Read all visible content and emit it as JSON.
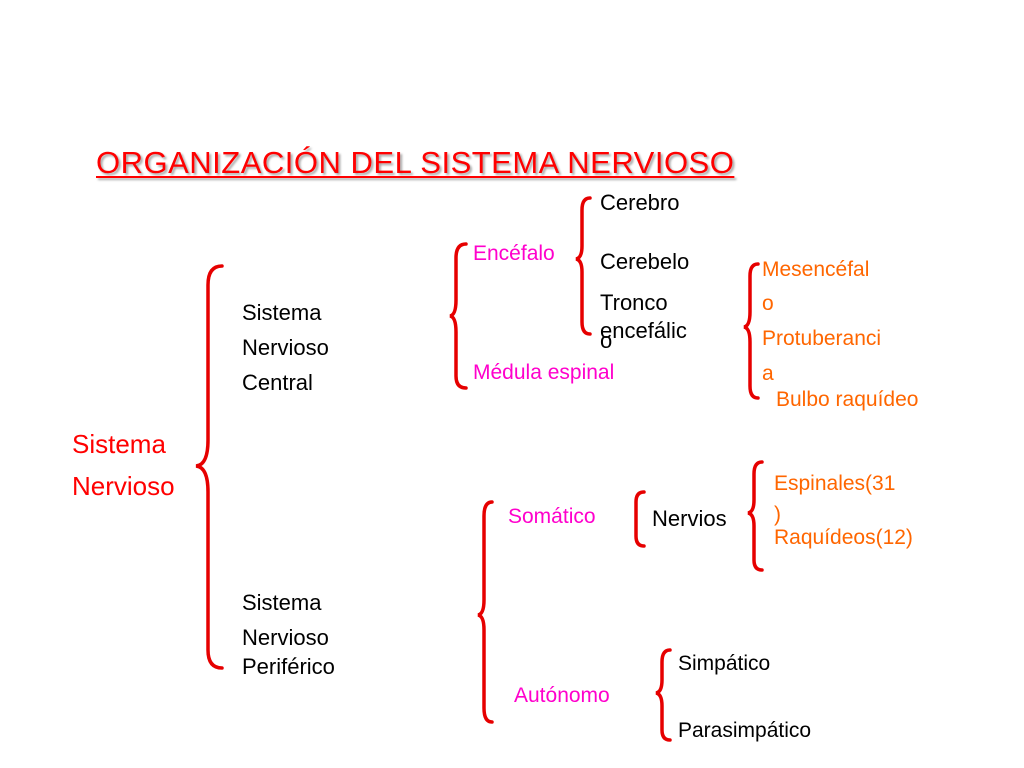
{
  "title": "ORGANIZACIÓN  DEL  SISTEMA  NERVIOSO",
  "root": {
    "line1": "Sistema",
    "line2": "Nervioso"
  },
  "snc": {
    "line1": "Sistema",
    "line2": "Nervioso",
    "line3": "Central",
    "encefalo": "Encéfalo",
    "medula": "Médula espinal",
    "cerebro": "Cerebro",
    "cerebelo": "Cerebelo",
    "tronco1": "Tronco",
    "tronco2": "encefálic",
    "tronco3": "o",
    "mesencefalo1": "Mesencéfal",
    "mesencefalo2": "o",
    "protuberancia1": "Protuberanci",
    "protuberancia2": "a",
    "bulbo": "Bulbo raquídeo"
  },
  "snp": {
    "line1": "Sistema",
    "line2": "Nervioso",
    "line3": "Periférico",
    "somatico": "Somático",
    "nervios": "Nervios",
    "espinales1": "Espinales(31",
    "espinales2": ")",
    "raquideos": "Raquídeos(12)",
    "autonomo": "Autónomo",
    "simpatico": "Simpático",
    "parasimpatico": "Parasimpático"
  },
  "colors": {
    "bracket": "#ff0000",
    "title": "#ff0000",
    "level2": "#ff00cc",
    "level4": "#ff6600",
    "text": "#000000"
  }
}
